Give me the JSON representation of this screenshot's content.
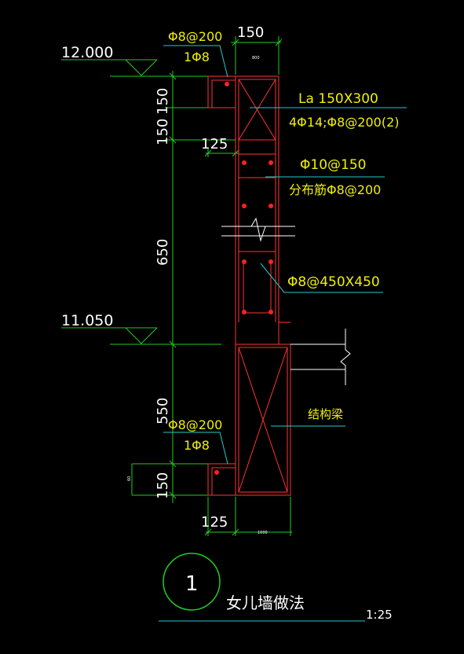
{
  "drawing": {
    "title": "女儿墙做法",
    "scale": "1:25",
    "detail_number": "1"
  },
  "elevations": {
    "top": "12.000",
    "bottom": "11.050"
  },
  "dimensions": {
    "top_width": "150",
    "dim_150_upper": "150",
    "dim_150_second": "150",
    "dim_650": "650",
    "dim_550": "550",
    "dim_150_lower": "150",
    "dim_125_upper": "125",
    "dim_125_lower": "125",
    "tiny_top": "800",
    "tiny_bottom": "1000",
    "tiny_side": "60"
  },
  "rebar_labels": {
    "top_stirrup": "Φ8@200",
    "top_bar": "1Φ8",
    "beam_size": "La 150X300",
    "beam_rebar": "4Φ14;Φ8@200(2)",
    "vertical_bar": "Φ10@150",
    "distribution_bar": "分布筋Φ8@200",
    "tie_bar": "Φ8@450X450",
    "structural_beam": "结构梁",
    "bottom_stirrup": "Φ8@200",
    "bottom_bar": "1Φ8"
  },
  "colors": {
    "background": "#000000",
    "green": "#22cc22",
    "yellow": "#f0f000",
    "red": "#ff3333",
    "cyan": "#22cccc",
    "white": "#ffffff",
    "circle": "#22cc22"
  }
}
